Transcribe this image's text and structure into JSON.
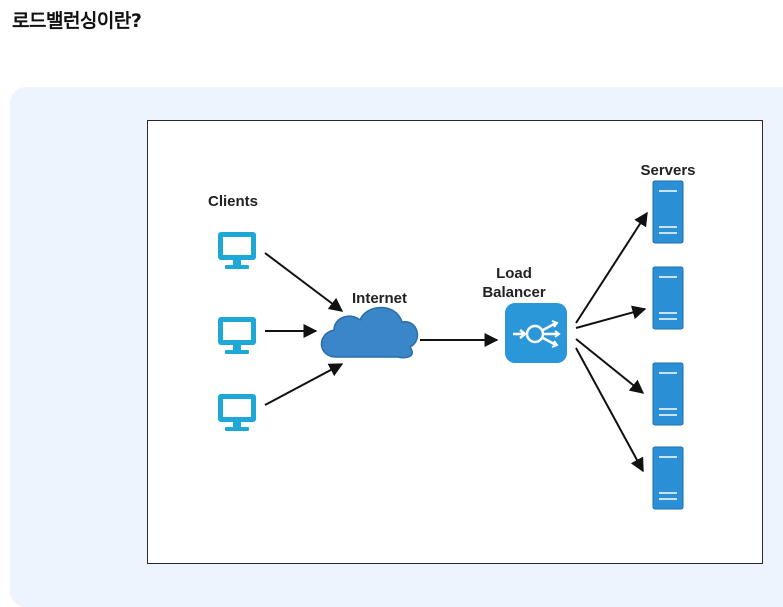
{
  "page": {
    "title": "로드밸런싱이란?"
  },
  "diagram": {
    "clients_label": "Clients",
    "internet_label": "Internet",
    "load_balancer_label_line1": "Load",
    "load_balancer_label_line2": "Balancer",
    "servers_label": "Servers",
    "client_count": 3,
    "server_count": 4,
    "colors": {
      "monitor": "#1ea8d8",
      "cloud": "#3a86c8",
      "load_balancer": "#2a98d8",
      "server": "#2a8fd4",
      "arrow": "#111111",
      "panel": "#eef4fd"
    },
    "icons": [
      "monitor-icon",
      "cloud-icon",
      "load-balancer-icon",
      "server-icon"
    ]
  }
}
